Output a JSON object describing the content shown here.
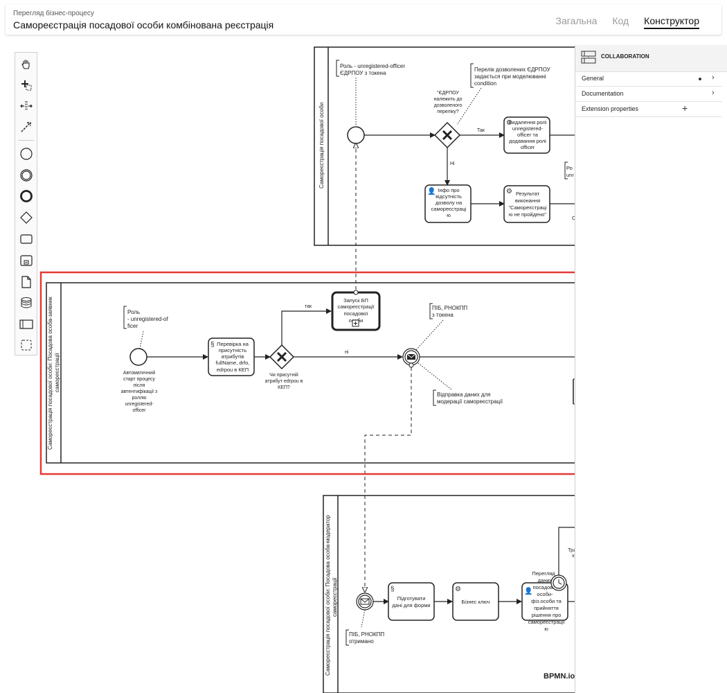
{
  "header": {
    "subtitle": "Перегляд бізнес-процесу",
    "title": "Самореєстрація посадової особи комбінована реєстрація",
    "tabs": [
      {
        "label": "Загальна",
        "active": false
      },
      {
        "label": "Код",
        "active": false
      },
      {
        "label": "Конструктор",
        "active": true
      }
    ]
  },
  "palette": {
    "tools": [
      "hand-tool",
      "lasso-tool",
      "space-tool",
      "connect-tool"
    ],
    "elements": [
      "start-event",
      "intermediate-event",
      "end-event",
      "gateway",
      "task",
      "subprocess",
      "data-object",
      "data-store",
      "participant",
      "group"
    ]
  },
  "properties": {
    "element_type": "COLLABORATION",
    "sections": [
      {
        "label": "General",
        "has_dot": true
      },
      {
        "label": "Documentation",
        "has_dot": false
      },
      {
        "label": "Extension properties",
        "action": "+"
      }
    ]
  },
  "diagram": {
    "pool1": {
      "label": "Самореєстрація посадової особи",
      "role_annotation": [
        "Роль - unregistered-officer",
        "ЄДРПОУ з токена"
      ],
      "list_annotation": [
        "Перелік дозволених ЄДРПОУ",
        "задається при моделюванні",
        "condition"
      ],
      "gateway_question": [
        "\"ЄДРПОУ",
        "належить до",
        "дозволеного",
        "переліку?"
      ],
      "flow_yes": "Так",
      "flow_no": "Ні",
      "task_delete_role": [
        "Видалення ролі",
        "unregistered-",
        "officer та",
        "додавання ролі",
        "officer"
      ],
      "task_info": [
        "Інфо про",
        "відсутність",
        "дозволу на",
        "самореєстраці",
        "ю"
      ],
      "task_result": [
        "Результат",
        "виконання",
        "\"Самореєстраці",
        "ю не пройдено\""
      ],
      "cut_text_1": "Ро",
      "cut_text_2": "unr",
      "cut_text_3": "О"
    },
    "pool2": {
      "label": [
        "Самореєстрація посадової особи: Посадова особа-заявник",
        "самореєстрації"
      ],
      "role_annotation": [
        "Роль",
        "- unregistered-of",
        "ficer"
      ],
      "start_label": [
        "Автоматичний",
        "старт процесу",
        "після",
        "автентифікації з",
        "роллю",
        "unregistered-",
        "officer"
      ],
      "task_check": [
        "Перевірка на",
        "присутність",
        "атрибутів",
        "fullName, drfo,",
        "edrpou в КЕП"
      ],
      "gateway_label": [
        "Чи присутній",
        "атрибут edrpou в",
        "КЕП?"
      ],
      "flow_yes": "так",
      "flow_no": "ні",
      "subprocess": [
        "Запуск БП",
        "самореєстрації",
        "посадової",
        "особи"
      ],
      "message_annotation_top": [
        "ПІБ, РНОКПП",
        "з токена"
      ],
      "message_annotation_bottom": [
        "Відправка даних для",
        "модерації самореєстрації"
      ]
    },
    "pool3": {
      "label": [
        "Самореєстрація посадової особи: Посадова особа-модератор",
        "самореєстрації"
      ],
      "message_annotation": [
        "ПІБ, РНОКПП",
        "отримано"
      ],
      "task_prepare": [
        "Підготувати",
        "дані для форми"
      ],
      "task_business_key": "Бізнес ключ",
      "task_review": [
        "Перегляд",
        "даних",
        "посадової",
        "особи-",
        "фіз.особи та",
        "прийняття",
        "рішення про",
        "самореєстраціі",
        "ю"
      ],
      "cut_text_1": "Тра",
      "cut_text_2": "х"
    }
  },
  "branding": "BPMN.io",
  "colors": {
    "selection": "#e53935",
    "stroke": "#222222",
    "muted_tab": "#9a9a9a"
  }
}
